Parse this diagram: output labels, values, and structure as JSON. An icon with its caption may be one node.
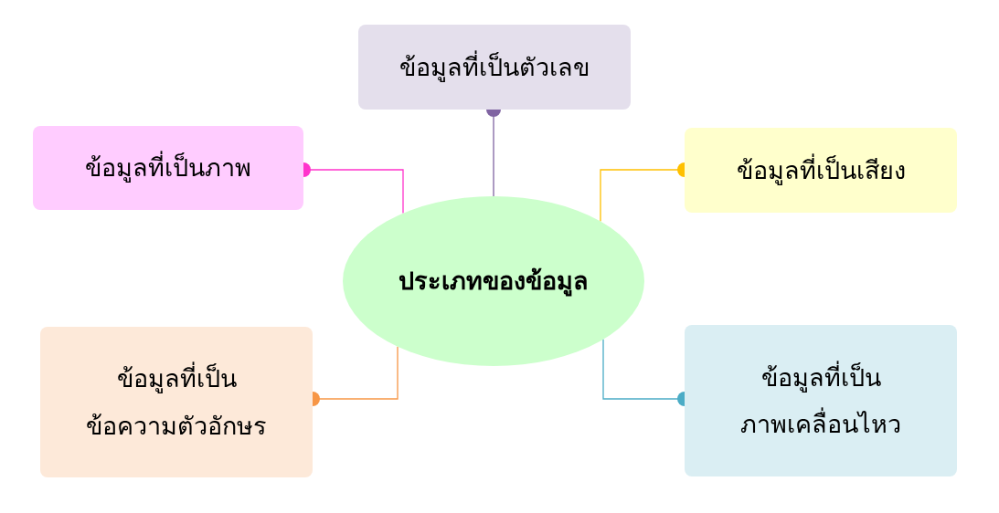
{
  "diagram": {
    "nodes": [
      {
        "text": [
          "ประเภทของข้อมูล"
        ]
      },
      {
        "text": [
          "ข้อมูลที่เป็นตัวเลข"
        ]
      },
      {
        "text": [
          "ข้อมูลที่เป็นภาพ"
        ]
      },
      {
        "text": [
          "ข้อมูลที่เป็นเสียง"
        ]
      },
      {
        "text": [
          "ข้อมูลที่เป็น ข้อความตัวอักษร"
        ]
      },
      {
        "text": [
          "ข้อมูลที่เป็น ภาพเคลื่อนไหว"
        ]
      }
    ],
    "edges": [
      {
        "from": 0,
        "to": 1,
        "arrow": "other",
        "color": "#8064a2"
      },
      {
        "from": 0,
        "to": 2,
        "arrow": "other",
        "color": "#ff33cc"
      },
      {
        "from": 0,
        "to": 3,
        "arrow": "other",
        "color": "#ffc000"
      },
      {
        "from": 0,
        "to": 4,
        "arrow": "other",
        "color": "#f79646"
      },
      {
        "from": 0,
        "to": 5,
        "arrow": "other",
        "color": "#4bacc6"
      }
    ]
  }
}
